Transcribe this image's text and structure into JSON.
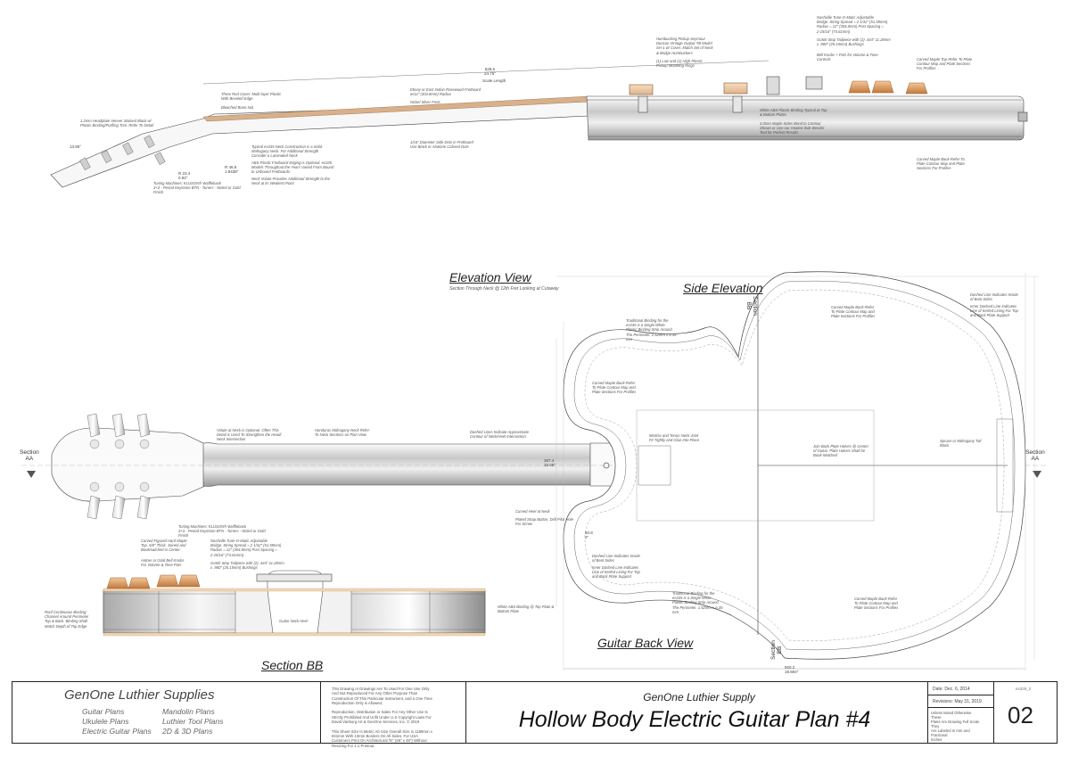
{
  "views": {
    "elevation": {
      "title": "Elevation View",
      "subtitle": "Section Through Neck @ 12th Fret Looking at Cutaway"
    },
    "side_elevation": {
      "title": "Side Elevation"
    },
    "back": {
      "title": "Guitar Back View"
    },
    "section_bb": {
      "title": "Section BB"
    }
  },
  "section_labels": {
    "aa": "Section\nAA",
    "bb": "Section\nBB"
  },
  "dimensions": {
    "scale_length": "628.6\n24.75\"",
    "scale_length_label": "Scale Length",
    "angle": "13.90°",
    "nut_a": "R 23.4\n0.92\"",
    "nut_b": "R 46.8\n1.8438\"",
    "depth": "397.4\n15.65\"",
    "width": "500.2\n19.694\"",
    "lower": "50.8\n2\""
  },
  "notes": {
    "headplate": "1.2mm Headplate Veneer Stained Black w/\nPlastic Binding/Purfling Trim. Refer To Detail",
    "truss_cover": "Three Rod Cover: Multi-layer Plastic\nWith Beveled Edge",
    "nut": "Bleached Bone Nut",
    "tuners_top": "Tuning Machines: KLUSON® Waffleback\n3+3 - Period Keystone BTN - Tuners - Nickel or Gold\nFinish",
    "neck_construction": "Typical es335 Neck Construction is a Solid\nMahogany Neck. For Additional Strength\nConsider a Laminated Neck",
    "abs_binding": "ABS Plastic Fretboard Edging is Optional. es335\nModels Throughout the Years Varied From Bound\nto Unbound Fretboards.",
    "neck_volute": "Neck Volute Provides Additional Strength to the\nNeck at its Weakest Point",
    "fretboard": "Ebony or East Indian Rosewood Fretboard\nw/12\" (304.8mm) Radius",
    "frets": "Nickel Silver Frets",
    "side_dots": "1/16\" Diameter Side Dots in Fretboard\nUse Black or Abalone Colored Dots",
    "pickups": "Humbucking Pickup Seymour\nDuncan Vintage Output '59 Model\nSH-1 w/ Cover. Match Set of Neck\n& Bridge Humbuckers",
    "pickup_rings": "(1) Low and (1) High Plastic\nPickup Mounting Rings",
    "tom_bridge": "Nashville Tune-O-Matic Adjustable\nBridge. String Spread = 2 1/32\" (51.59mm)\nRadius = 12\" (304.8mm) Post Spacing =\n2-15/16\" (74.61mm)",
    "stop_tail": "Gotoh Stop Tailpiece with (2) .444\" 11.28mm\nx .980\" (25.15mm) Bushings",
    "bell_knobs": "Bell Knobs + Pots for Volume & Tone\nControls",
    "carved_top": "Carved Maple Top-Refer To Plate\nContour Map and Plate Sections\nFor Profiles",
    "white_abs_top": "White ABS Plastic Binding Typical at Top\n& Bottom Plates",
    "sides": "3.0mm Maple Sides Bend to Contour\nShown or Use our Heated Side Bender\nTool for Perfect Results",
    "carved_back_top": "Carved Maple Back-Refer To\nPlate Contour Map and Plate\nSections For Profiles",
    "volute_plan": "Volute at Neck is Optional. Often This\nDetail is Used To Strengthen the Head/\nNeck Intersection",
    "honduras_neck": "Honduras Mahogany Neck Refer\nTo Neck Sections on Plan View",
    "dashed_lines": "Dashed Lines Indicate Approximate\nContour of Neck/Heel Intersection",
    "mortise": "Mortise and Tenon Neck Joint\nFit Tightly and Glue Into Place",
    "back_plate": "Join Back Plate Halves @ Center\nof Guitar. Plate Halves Shall be\nBook-Matched",
    "spruce_block": "Spruce or Mahogany Tail\nBlock",
    "curved_heel": "Curved Heel at Neck",
    "strap_button": "Plated Strap Button, Drill Pilot Hole\nFor Screw",
    "traditional_binding": "Traditional Binding for the\nes335 is a Single White\nPlastic Binding Strip Around\nThe Perimeter. 1.52mm x 6.35\nmm",
    "carved_back_left": "Carved Maple Back-Refer\nTo Plate Contour Map and\nPlate Sections For Profiles",
    "carved_back_right": "Carved Maple Back-Refer\nTo Plate Contour Map and\nPlate Sections For Profiles",
    "carved_back_lower": "Carved Maple Back-Refer\nTo Plate Contour Map and\nPlate Sections For Profiles",
    "dashed_bent": "Dashed Line Indicates Inside\nof Bent Sides",
    "inner_dashed": "Inner Dashed Line Indicates\nLine of Kerfed Lining For Top\nand Back Plate Support",
    "dashed_bent_r": "Dashed Line Indicates Inside\nof Bent Sides",
    "inner_dashed_r": "Inner Dashed Line Indicates\nLine of Kerfed Lining For Top\nand Back Plate Support",
    "traditional_binding_low": "Traditional Binding for the\nes335 is a Single White\nPlastic Binding Strip Around\nThe Perimeter. 1.52mm x 6.35\nmm",
    "tuners_plan": "Tuning Machines: KLUSON® Waffleback\n3+3 - Period Keystone BTN - Tuners - Nickel or Gold\nFinish",
    "carved_figured": "Carved Figured Hard Maple\nTop. 5/8\" Thick. Joined and\nBookmatched in Center.",
    "amber_knobs": "Amber or Gold Bell Knobs\nFor Volume & Tone Pots",
    "tom_bridge_bb": "Nashville Tune-O-Matic Adjustable\nBridge. String Spread = 2 1/32\" (51.59mm)\nRadius = 12\" (304.8mm) Post Spacing =\n2-15/16\" (74.61mm)",
    "stop_tail_bb": "Gotoh Stop Tailpiece with (2) .444\" 11.28mm\nx .980\" (25.15mm) Bushings",
    "roof_binding": "Roof Continuous Binding:\nChannel Around Perimeter\nTop & Back. Binding Shall\nMatch Depth of Top Edge",
    "guitar_neck_heel": "Guitar Neck Heel",
    "white_abs_bb": "White ABS Binding @ Top Plate &\nBottom Plate"
  },
  "title_block": {
    "brand": "GenOne Luthier Supplies",
    "items": [
      "Guitar Plans",
      "Ukulele Plans",
      "Electric Guitar Plans",
      "Mandolin Plans",
      "Luthier Tool Plans",
      "2D & 3D Plans"
    ],
    "legal": "This Drawing or Drawings Are To Used For One Use Only\nAnd Not Reproduced For Any Other Purpose Than\nConstruction Of This Particular Instrument, and a One Time\nReproduction Only is Allowed.\n\nReproduction, Distribution or Sales For Any Other Use Is\nStrictly Prohibited And Unfit Under U.S Copyright Laws For\nDavid Vanburg Art & GenOne Services, Inc. © 2019\n\nThis Sheet Size Is Metric A0 Size Overall Size is 1189mm x\n841mm With 13mm Borders On All Sides. For USA\nCustomers Print On Architectural \"E\" (36\" x 48\") Without\nResizing For 1:1 Printout.",
    "company": "GenOne Luthier Supply",
    "plan_title": "Hollow Body Electric Guitar Plan #4",
    "date": "Date: Dec. 6, 2014",
    "revisions": "Revisions: May 31, 2019",
    "side_note": "Unless Noted Otherwise These\nPlans Are Drawing Full Scale. They\nAre Labeled In mm and Fractional\nInches",
    "ref": "es335_2",
    "sheet": "02"
  }
}
